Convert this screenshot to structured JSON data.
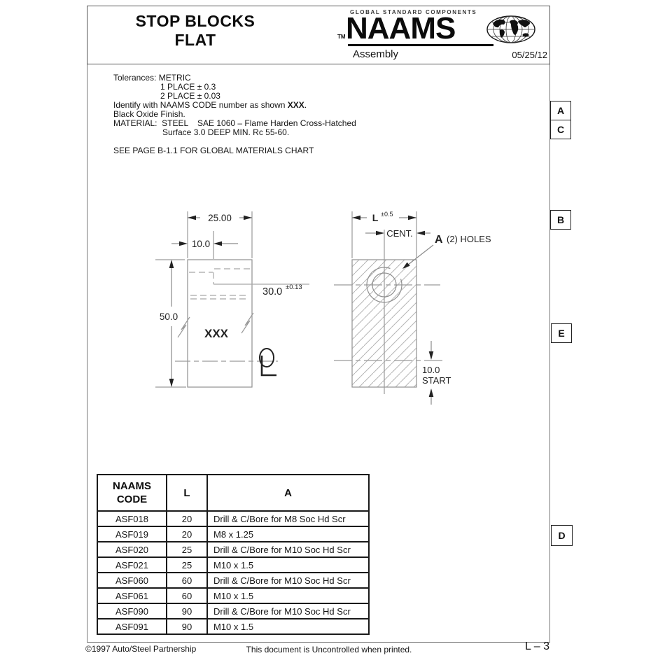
{
  "page": {
    "title_line1": "STOP BLOCKS",
    "title_line2": "FLAT"
  },
  "brand": {
    "tagline": "GLOBAL STANDARD COMPONENTS",
    "name": "NAAMS",
    "tm": "TM",
    "subtitle": "Assembly",
    "date": "05/25/12"
  },
  "notes": {
    "tolerances_title": "Tolerances: METRIC",
    "tolerance_1": "1 PLACE ± 0.3",
    "tolerance_2": "2 PLACE ± 0.03",
    "identify_prefix": "Identify with NAAMS CODE number as shown ",
    "identify_code": "XXX",
    "identify_suffix": ".",
    "finish": "Black Oxide Finish.",
    "material_line1": "MATERIAL:  STEEL    SAE 1060 – Flame Harden Cross-Hatched",
    "material_line2": "Surface 3.0 DEEP MIN. Rc 55-60.",
    "see_page": "SEE PAGE B-1.1 FOR GLOBAL MATERIALS CHART"
  },
  "zones": [
    "A",
    "C",
    "B",
    "E",
    "D"
  ],
  "drawing": {
    "front_view": {
      "width_dim": "25.00",
      "hole_offset_dim": "10.0",
      "height_dim": "50.0",
      "depth_dim": "30.0",
      "depth_tol": "±0.13",
      "part_marking": "XXX"
    },
    "side_view": {
      "length_dim": "L",
      "length_tol": "±0.5",
      "cent_label": "CENT.",
      "holes_ref": "A",
      "holes_label": "(2) HOLES",
      "start_dim": "10.0",
      "start_label": "START"
    }
  },
  "table": {
    "header": {
      "col1_line1": "NAAMS",
      "col1_line2": "CODE",
      "col2": "L",
      "col3": "A"
    },
    "rows": [
      {
        "code": "ASF018",
        "l": "20",
        "a": "Drill & C/Bore for M8 Soc Hd Scr"
      },
      {
        "code": "ASF019",
        "l": "20",
        "a": "M8 x 1.25"
      },
      {
        "code": "ASF020",
        "l": "25",
        "a": "Drill & C/Bore for M10 Soc Hd Scr"
      },
      {
        "code": "ASF021",
        "l": "25",
        "a": "M10 x 1.5"
      },
      {
        "code": "ASF060",
        "l": "60",
        "a": "Drill & C/Bore for M10 Soc Hd Scr"
      },
      {
        "code": "ASF061",
        "l": "60",
        "a": "M10 x 1.5"
      },
      {
        "code": "ASF090",
        "l": "90",
        "a": "Drill & C/Bore for M10 Soc Hd Scr"
      },
      {
        "code": "ASF091",
        "l": "90",
        "a": "M10 x 1.5"
      }
    ]
  },
  "footer": {
    "copyright": "©1997 Auto/Steel Partnership",
    "notice": "This document is Uncontrolled when printed.",
    "page_number": "L – 3"
  },
  "colors": {
    "ink": "#111111",
    "drawing_line": "#8f8f8f",
    "hatch_line": "#b5b5b5"
  }
}
